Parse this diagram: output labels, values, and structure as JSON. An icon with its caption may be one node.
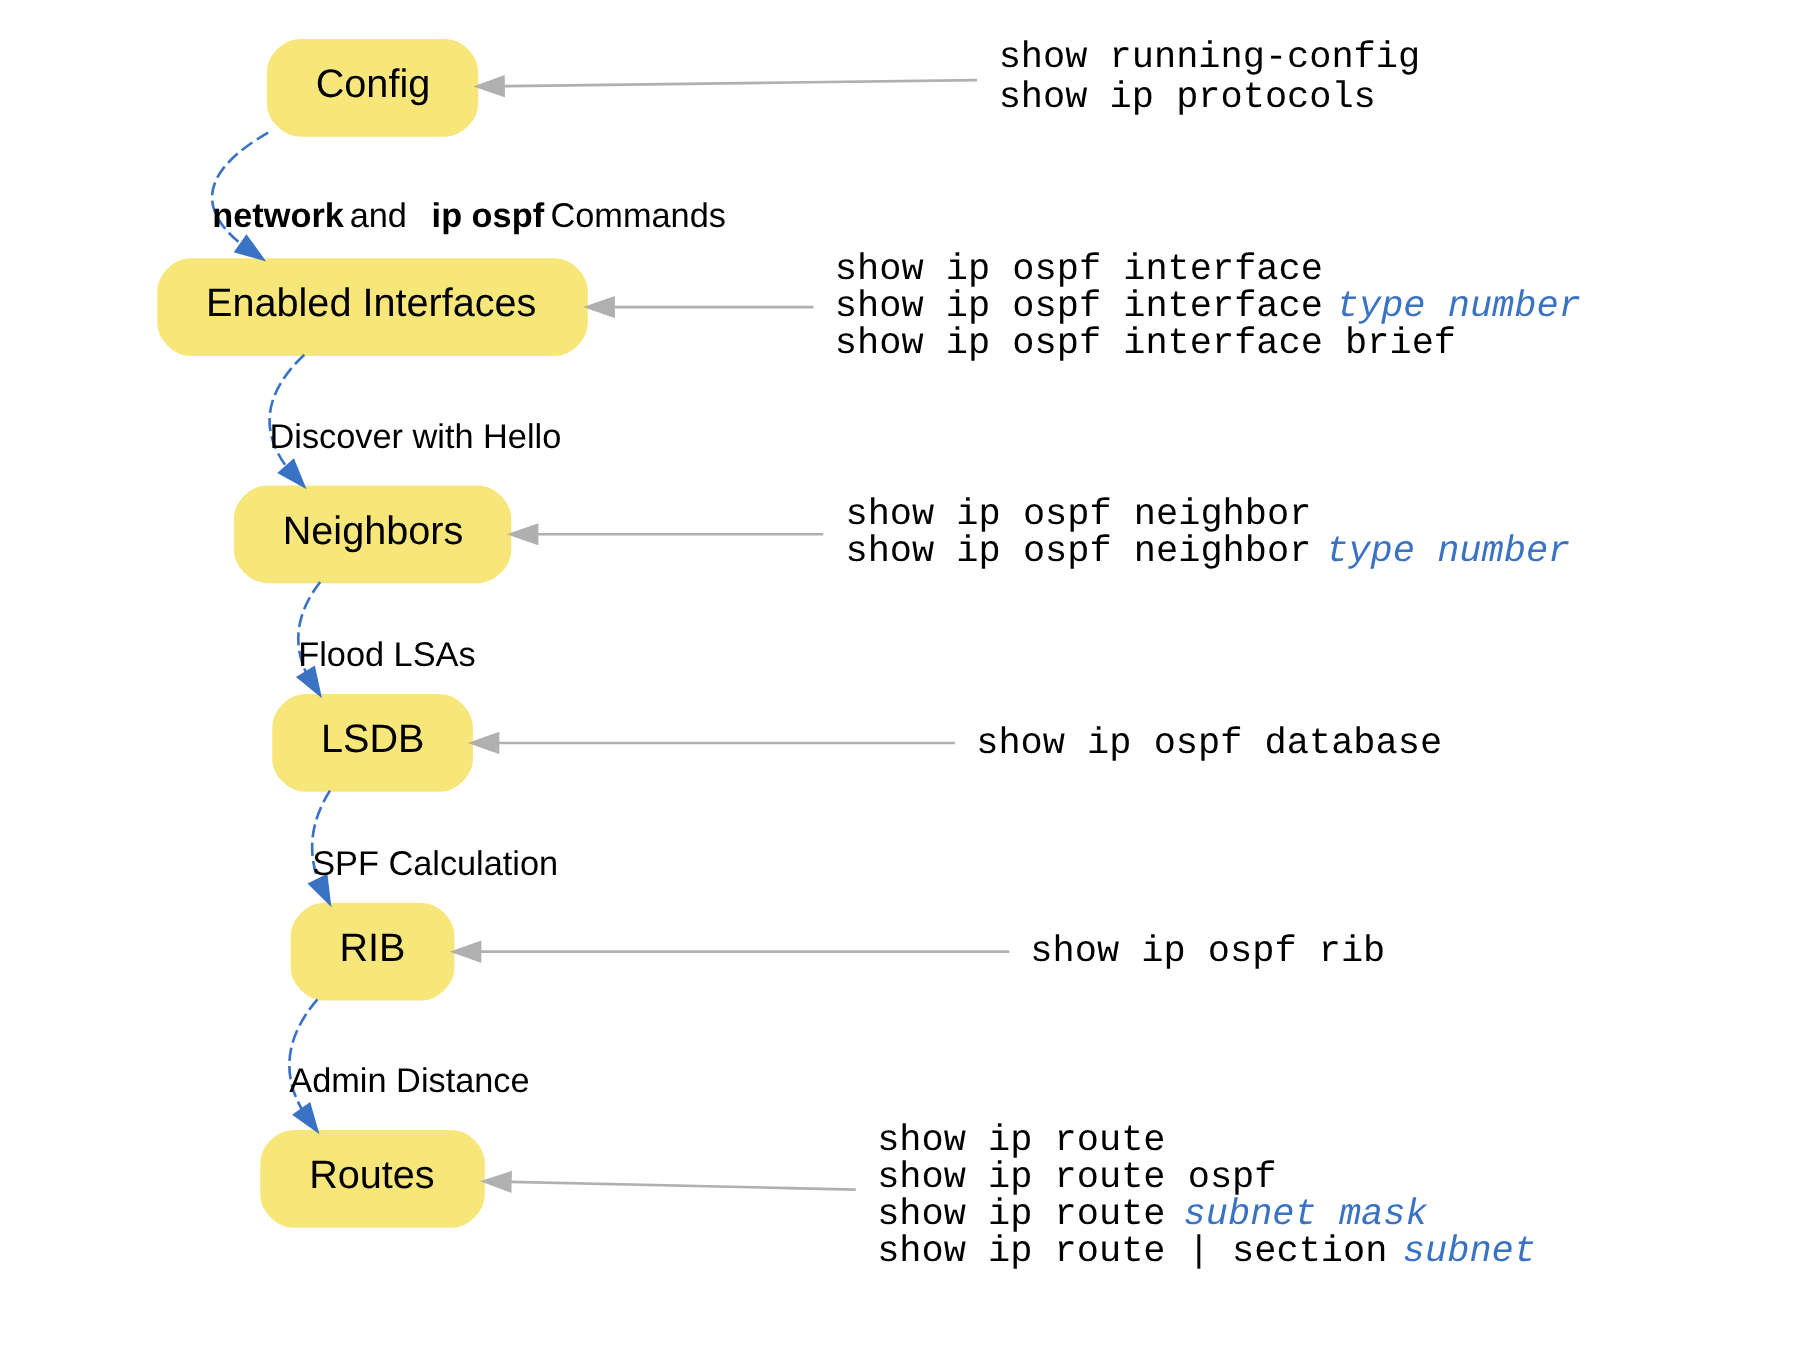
{
  "diagram": {
    "nodes": [
      {
        "text": [
          "Config"
        ]
      },
      {
        "text": [
          "Enabled Interfaces"
        ]
      },
      {
        "text": [
          "Neighbors"
        ]
      },
      {
        "text": [
          "LSDB"
        ]
      },
      {
        "text": [
          "RIB"
        ]
      },
      {
        "text": [
          "Routes"
        ]
      },
      {
        "text": [
          "show running-config",
          "show ip protocols"
        ]
      },
      {
        "text": [
          "show ip ospf interface",
          "show ip ospf interface *type number*",
          "show ip ospf interface brief"
        ]
      },
      {
        "text": [
          "show ip ospf neighbor",
          "show ip ospf neighbor *type number*"
        ]
      },
      {
        "text": [
          "show ip ospf database"
        ]
      },
      {
        "text": [
          "show ip ospf rib"
        ]
      },
      {
        "text": [
          "show ip route",
          "show ip route ospf",
          "show ip route *subnet mask*",
          "show ip route | section *subnet*"
        ]
      }
    ],
    "edges": [
      {
        "from": 0,
        "to": 1,
        "arrow": "to",
        "label": "**network** and **ip ospf** Commands",
        "style": "dashed",
        "color": "#3a72c4"
      },
      {
        "from": 1,
        "to": 2,
        "arrow": "to",
        "label": "Discover with Hello",
        "style": "dashed",
        "color": "#3a72c4"
      },
      {
        "from": 2,
        "to": 3,
        "arrow": "to",
        "label": "Flood LSAs",
        "style": "dashed",
        "color": "#3a72c4"
      },
      {
        "from": 3,
        "to": 4,
        "arrow": "to",
        "label": "SPF Calculation",
        "style": "dashed",
        "color": "#3a72c4"
      },
      {
        "from": 4,
        "to": 5,
        "arrow": "to",
        "label": "Admin Distance",
        "style": "dashed",
        "color": "#3a72c4"
      },
      {
        "from": 6,
        "to": 0,
        "arrow": "to"
      },
      {
        "from": 7,
        "to": 1,
        "arrow": "to"
      },
      {
        "from": 8,
        "to": 2,
        "arrow": "to"
      },
      {
        "from": 9,
        "to": 3,
        "arrow": "to"
      },
      {
        "from": 10,
        "to": 4,
        "arrow": "to"
      },
      {
        "from": 11,
        "to": 5,
        "arrow": "to"
      }
    ]
  }
}
